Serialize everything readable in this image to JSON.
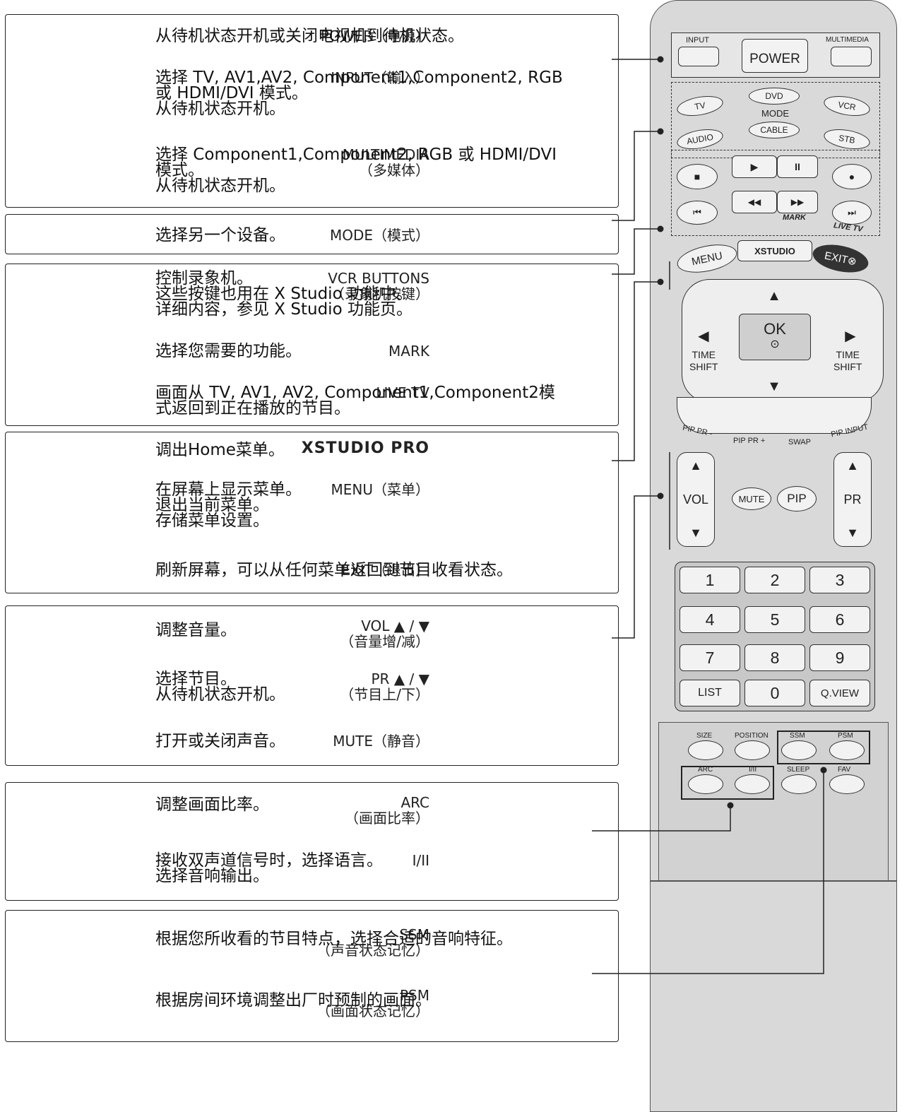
{
  "sections": [
    {
      "entries": [
        {
          "label": [
            "POWER（电源）"
          ],
          "desc": [
            "从待机状态开机或关闭电视机到待机状态。"
          ]
        },
        {
          "label": [
            "INPUT（输入）"
          ],
          "desc": [
            "选择 TV, AV1,AV2, Component1,Component2, RGB",
            "或 HDMI/DVI 模式。",
            "从待机状态开机。"
          ]
        },
        {
          "label": [
            "MULTIMEDIA",
            "（多媒体）"
          ],
          "desc": [
            "选择 Component1,Component2, RGB 或 HDMI/DVI",
            "模式。",
            "从待机状态开机。"
          ]
        }
      ]
    },
    {
      "entries": [
        {
          "label": [
            "MODE（模式）"
          ],
          "desc": [
            "选择另一个设备。"
          ]
        }
      ]
    },
    {
      "entries": [
        {
          "label": [
            "VCR BUTTONS",
            "（录象机按键）"
          ],
          "desc": [
            "控制录象机。",
            "这些按键也用在 X Studio 功能中。",
            "详细内容，参见 X Studio 功能页。"
          ]
        },
        {
          "label": [
            "MARK"
          ],
          "desc": [
            "选择您需要的功能。"
          ]
        },
        {
          "label": [
            "LIVE TV"
          ],
          "desc": [
            "画面从 TV, AV1, AV2, Component1,Component2模",
            "式返回到正在播放的节目。"
          ]
        }
      ]
    },
    {
      "entries": [
        {
          "label": [
            "XSTUDIO PRO"
          ],
          "desc": [
            "调出Home菜单。"
          ]
        },
        {
          "label": [
            "MENU（菜单）"
          ],
          "desc": [
            "在屏幕上显示菜单。",
            "退出当前菜单。",
            "存储菜单设置。"
          ]
        },
        {
          "label": [
            "EXIT（退出）"
          ],
          "desc": [
            "刷新屏幕，可以从任何菜单返回到节目收看状态。"
          ]
        }
      ]
    },
    {
      "entries": [
        {
          "label": [
            "VOL ▲ / ▼",
            "（音量增/减）"
          ],
          "desc": [
            "调整音量。"
          ]
        },
        {
          "label": [
            "PR ▲ / ▼",
            "（节目上/下）"
          ],
          "desc": [
            "选择节目。",
            "从待机状态开机。"
          ]
        },
        {
          "label": [
            "MUTE（静音）"
          ],
          "desc": [
            "打开或关闭声音。"
          ]
        }
      ]
    },
    {
      "entries": [
        {
          "label": [
            "ARC",
            "（画面比率）"
          ],
          "desc": [
            "调整画面比率。"
          ]
        },
        {
          "label": [
            "I/II"
          ],
          "desc": [
            "接收双声道信号时，选择语言。",
            "选择音响输出。"
          ]
        }
      ]
    },
    {
      "entries": [
        {
          "label": [
            "SSM",
            "（声音状态记忆）"
          ],
          "desc": [
            "根据您所收看的节目特点，选择合适的音响特征。"
          ]
        },
        {
          "label": [
            "PSM",
            "（画面状态记忆）"
          ],
          "desc": [
            "根据房间环境调整出厂时预制的画面。"
          ]
        }
      ]
    }
  ],
  "remote": {
    "input": "INPUT",
    "power": "POWER",
    "multimedia": "MULTIMEDIA",
    "tv": "TV",
    "dvd": "DVD",
    "vcr": "VCR",
    "mode": "MODE",
    "audio": "AUDIO",
    "cable": "CABLE",
    "stb": "STB",
    "stop": "■",
    "play": "▶",
    "pause": "II",
    "rec": "●",
    "prev": "⏮",
    "rew": "◀◀",
    "ff": "▶▶",
    "next": "⏭",
    "mark": "MARK",
    "live_tv": "LIVE TV",
    "menu": "MENU",
    "xstudio": "XSTUDIO",
    "exit": "EXIT⊗",
    "up": "▲",
    "down": "▼",
    "left": "◀",
    "right": "▶",
    "ok": "OK",
    "ok_dot": "⊙",
    "time": "TIME",
    "shift": "SHIFT",
    "pip_pr_minus": "PIP PR -",
    "pip_pr_plus": "PIP PR +",
    "swap": "SWAP",
    "pip_input": "PIP INPUT",
    "vol": "VOL",
    "mute": "MUTE",
    "pip": "PIP",
    "pr": "PR",
    "num": [
      "1",
      "2",
      "3",
      "4",
      "5",
      "6",
      "7",
      "8",
      "9"
    ],
    "list": "LIST",
    "zero": "0",
    "qview": "Q.VIEW",
    "size": "SIZE",
    "position": "POSITION",
    "ssm": "SSM",
    "psm": "PSM",
    "arc": "ARC",
    "i_ii": "I/II",
    "sleep": "SLEEP",
    "fav": "FAV"
  }
}
